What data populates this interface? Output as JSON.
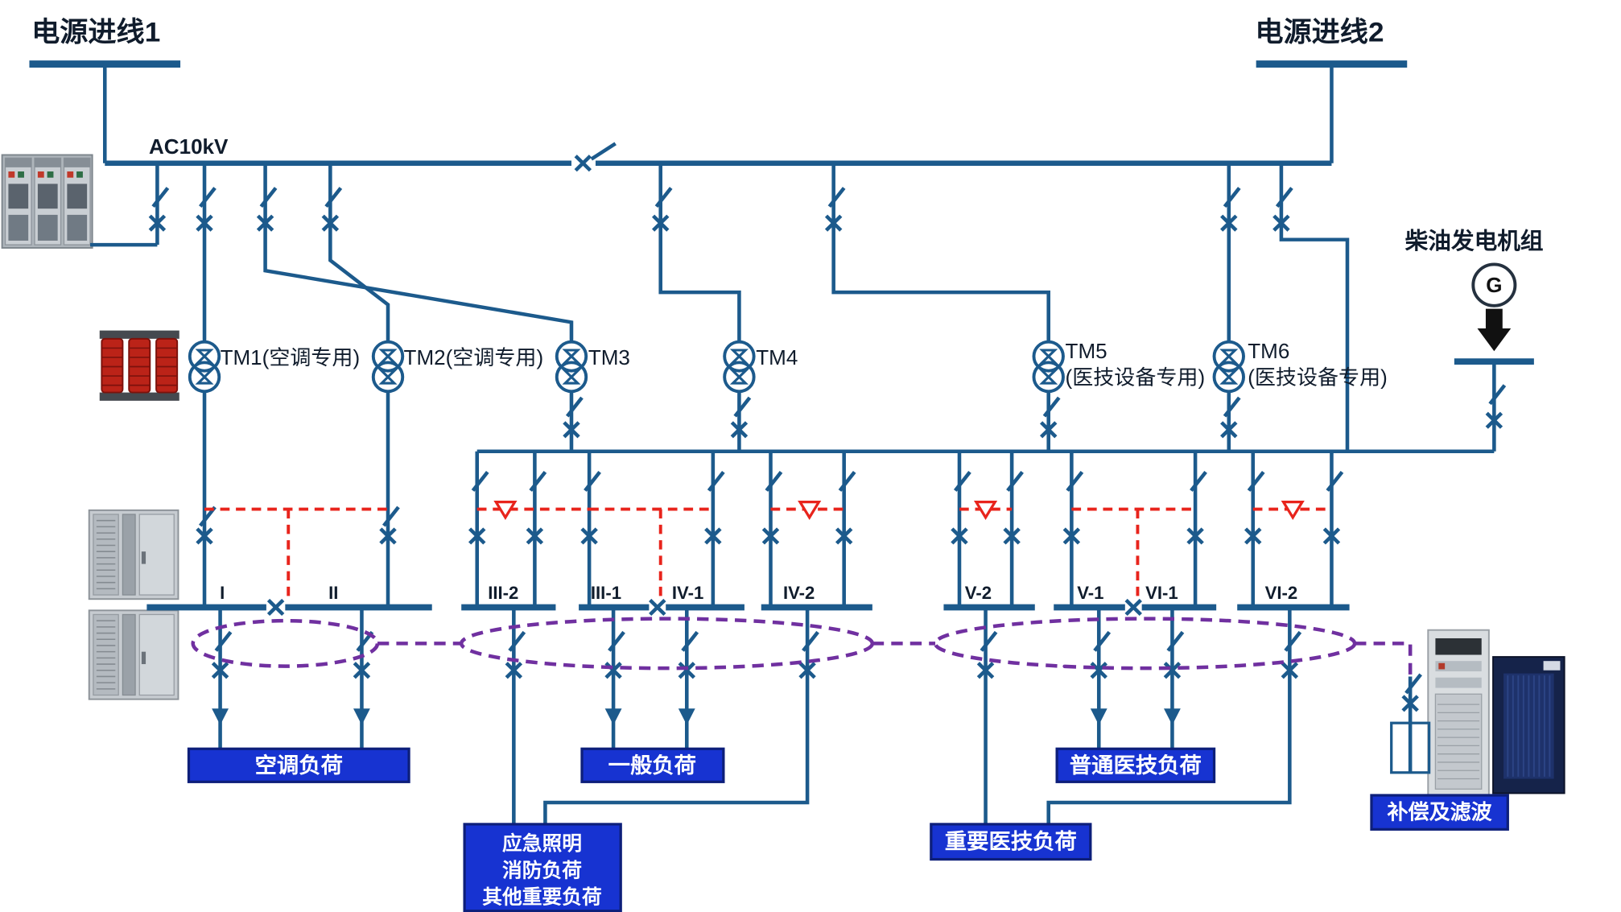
{
  "sources": {
    "s1": "电源进线1",
    "s2": "电源进线2"
  },
  "bus": {
    "voltage": "AC10kV"
  },
  "generator": {
    "label": "柴油发电机组",
    "symbol": "G"
  },
  "transformers": {
    "tm1": "TM1(空调专用)",
    "tm2": "TM2(空调专用)",
    "tm3": "TM3",
    "tm4": "TM4",
    "tm5_name": "TM5",
    "tm5_note": "(医技设备专用)",
    "tm6_name": "TM6",
    "tm6_note": "(医技设备专用)"
  },
  "lv_buses": {
    "i": "I",
    "ii": "II",
    "iii2": "III-2",
    "iii1": "III-1",
    "iv1": "IV-1",
    "iv2": "IV-2",
    "v2": "V-2",
    "v1": "V-1",
    "vi1": "VI-1",
    "vi2": "VI-2"
  },
  "loads": {
    "air": "空调负荷",
    "general": "一般负荷",
    "emergency1": "应急照明",
    "emergency2": "消防负荷",
    "emergency3": "其他重要负荷",
    "ordinary_medical": "普通医技负荷",
    "important_medical": "重要医技负荷",
    "compensation": "补偿及滤波"
  },
  "colors": {
    "line": "#1C5A8C",
    "interlock_red": "#E8241C",
    "tie_purple": "#7030A0",
    "load_box_blue": "#1733D1"
  }
}
